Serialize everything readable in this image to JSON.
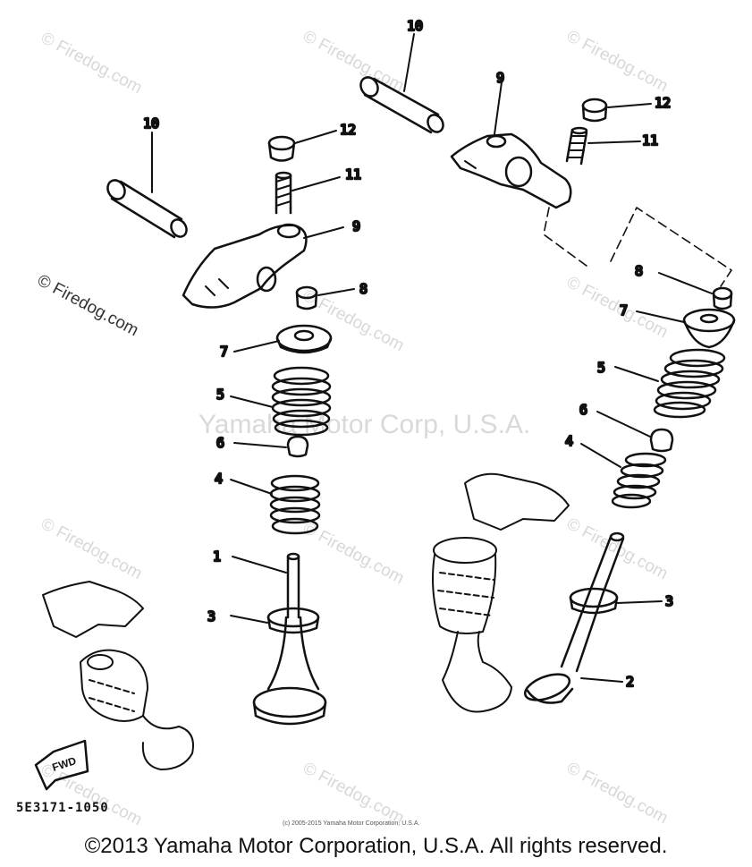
{
  "diagram": {
    "callouts": {
      "c1": "1",
      "c2": "2",
      "c3a": "3",
      "c3b": "3",
      "c4a": "4",
      "c4b": "4",
      "c5a": "5",
      "c5b": "5",
      "c6a": "6",
      "c6b": "6",
      "c7a": "7",
      "c7b": "7",
      "c8a": "8",
      "c8b": "8",
      "c9a": "9",
      "c9b": "9",
      "c10a": "10",
      "c10b": "10",
      "c11a": "11",
      "c11b": "11",
      "c12a": "12",
      "c12b": "12"
    },
    "fwd_label": "FWD",
    "part_code": "5E3171-1050"
  },
  "watermarks": {
    "firedog": "© Firedog.com",
    "center": "Yamaha Motor Corp, U.S.A."
  },
  "footer": {
    "small_copyright": "(c) 2005-2015 Yamaha Motor Corporation, U.S.A.",
    "copyright": "©2013 Yamaha Motor Corporation, U.S.A. All rights reserved."
  }
}
